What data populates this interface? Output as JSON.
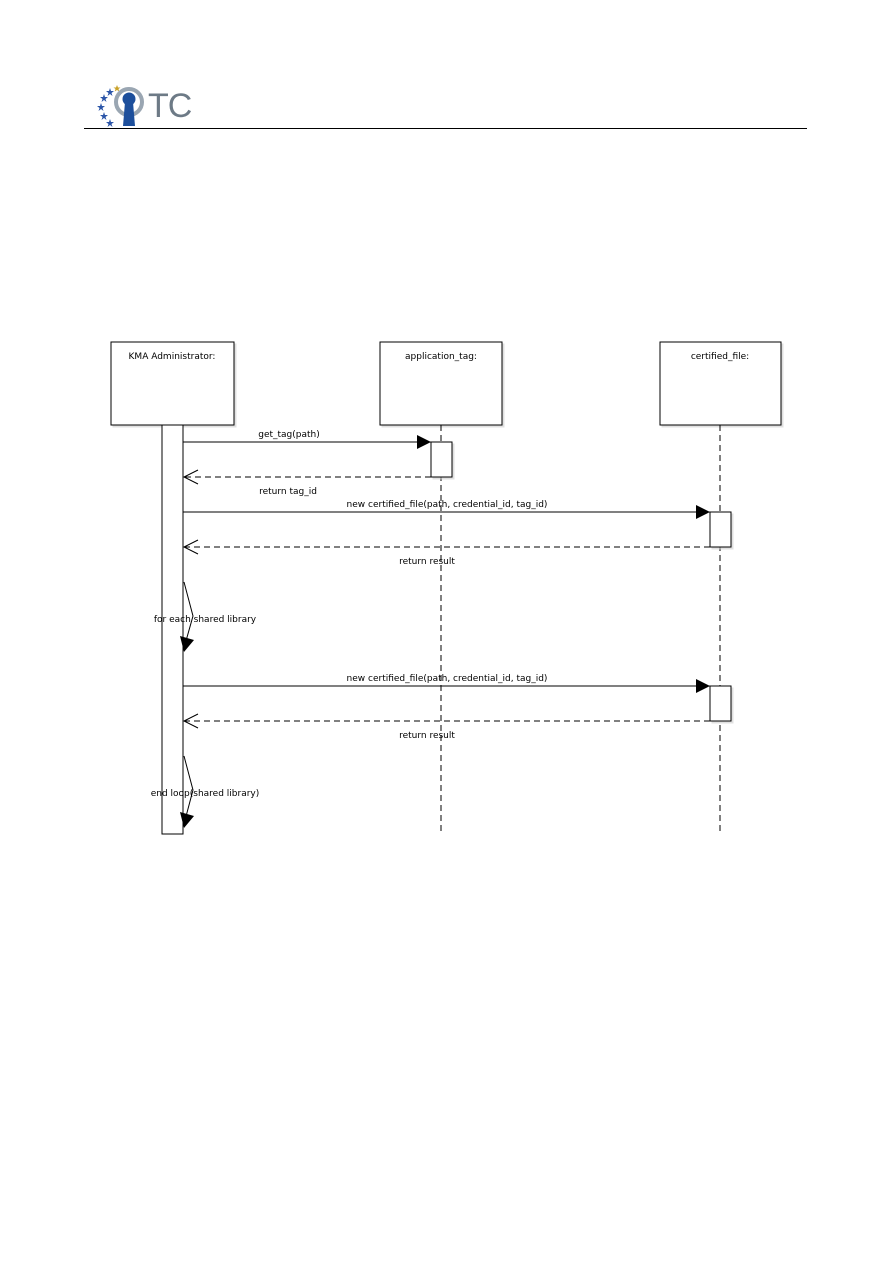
{
  "header": {
    "logo_text": "TC"
  },
  "diagram": {
    "lifelines": [
      {
        "name": "KMA Administrator:"
      },
      {
        "name": "application_tag:"
      },
      {
        "name": "certified_file:"
      }
    ],
    "messages": [
      {
        "label": "get_tag(path)"
      },
      {
        "label": "return tag_id"
      },
      {
        "label": "new certified_file(path, credential_id, tag_id)"
      },
      {
        "label": "return result"
      },
      {
        "label": "for each shared library"
      },
      {
        "label": "new certified_file(path, credential_id, tag_id)"
      },
      {
        "label": "return result"
      },
      {
        "label": "end loop(shared library)"
      }
    ]
  }
}
